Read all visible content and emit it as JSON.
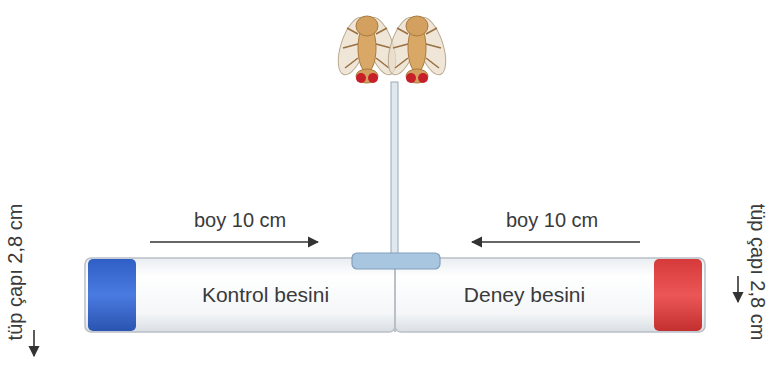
{
  "diagram": {
    "nodes": [
      {
        "text": [
          "Kontrol besini"
        ]
      },
      {
        "text": [
          "Deney besini"
        ]
      }
    ],
    "labels": [
      "boy 10 cm",
      "boy 10 cm",
      "tüp çapı 2,8 cm",
      "tüp çapı 2,8 cm"
    ]
  }
}
